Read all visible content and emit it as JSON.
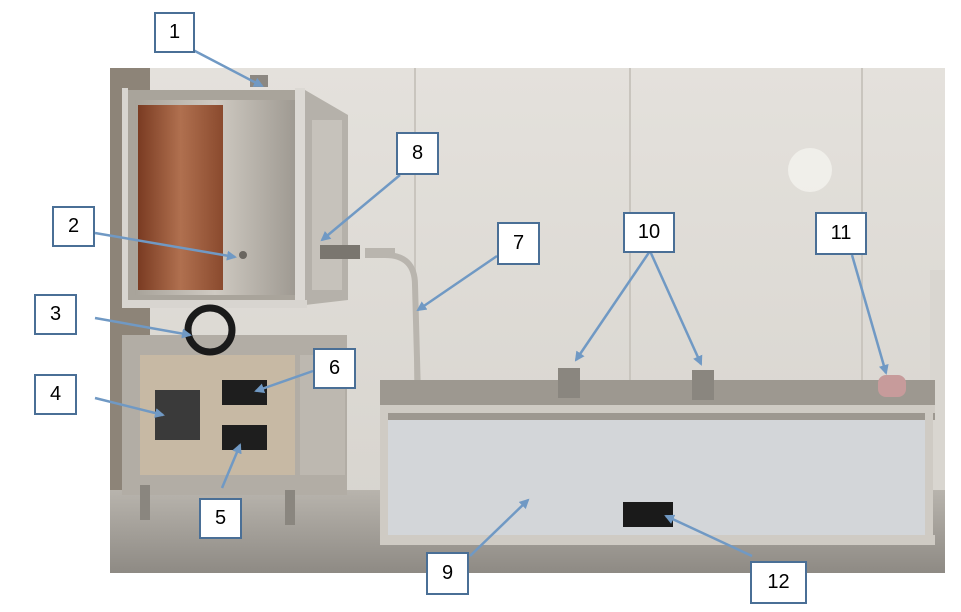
{
  "figure": {
    "callouts": [
      {
        "id": "c1",
        "label": "1",
        "target": "lid-handle"
      },
      {
        "id": "c2",
        "label": "2",
        "target": "upper-chamber-viewport"
      },
      {
        "id": "c3",
        "label": "3",
        "target": "handwheel"
      },
      {
        "id": "c4",
        "label": "4",
        "target": "keypad-controller"
      },
      {
        "id": "c5",
        "label": "5",
        "target": "lower-display"
      },
      {
        "id": "c6",
        "label": "6",
        "target": "upper-display"
      },
      {
        "id": "c7",
        "label": "7",
        "target": "outlet-pipe"
      },
      {
        "id": "c8",
        "label": "8",
        "target": "side-valve"
      },
      {
        "id": "c9",
        "label": "9",
        "target": "tank-body"
      },
      {
        "id": "c10",
        "label": "10",
        "target": "tank-fixtures"
      },
      {
        "id": "c11",
        "label": "11",
        "target": "end-roller"
      },
      {
        "id": "c12",
        "label": "12",
        "target": "tank-display"
      }
    ],
    "arrow_color": "#7099c4",
    "box_border_color": "#4a6f96"
  }
}
